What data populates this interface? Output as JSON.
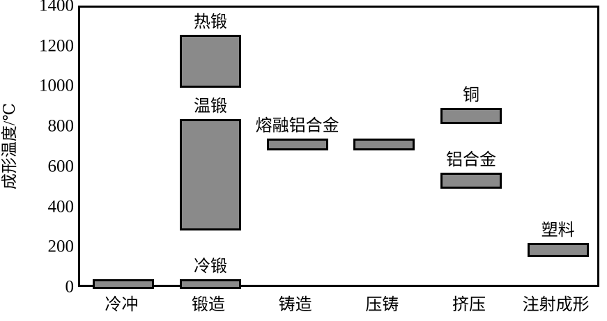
{
  "chart_data": {
    "type": "bar",
    "subtype": "floating-range-bar",
    "title": "",
    "xlabel": "",
    "ylabel": "成形温度/℃",
    "ylim": [
      0,
      1400
    ],
    "yticks": [
      0,
      200,
      400,
      600,
      800,
      1000,
      1200,
      1400
    ],
    "ytick_labels": [
      "0",
      "200",
      "400",
      "600",
      "800",
      "1000",
      "1200",
      "1400"
    ],
    "grid": false,
    "legend": "none",
    "bar_fill_color": "#8a8a8a",
    "bar_edge_color": "#000000",
    "axis_color": "#000000",
    "background_color": "#ffffff",
    "categories": [
      "冷冲",
      "锻造",
      "铸造",
      "压铸",
      "挤压",
      "注射成形"
    ],
    "bars": [
      {
        "category": "冷冲",
        "category_index": 0,
        "label": "",
        "low": 0,
        "high": 50
      },
      {
        "category": "锻造",
        "category_index": 1,
        "label": "冷锻",
        "low": 0,
        "high": 50
      },
      {
        "category": "锻造",
        "category_index": 1,
        "label": "温锻",
        "low": 290,
        "high": 845
      },
      {
        "category": "锻造",
        "category_index": 1,
        "label": "热锻",
        "low": 1000,
        "high": 1265
      },
      {
        "category": "铸造",
        "category_index": 2,
        "label": "熔融铝合金",
        "low": 690,
        "high": 750
      },
      {
        "category": "压铸",
        "category_index": 3,
        "label": "",
        "low": 690,
        "high": 750
      },
      {
        "category": "挤压",
        "category_index": 4,
        "label": "铝合金",
        "low": 500,
        "high": 580
      },
      {
        "category": "挤压",
        "category_index": 4,
        "label": "铜",
        "low": 820,
        "high": 900
      },
      {
        "category": "注射成形",
        "category_index": 5,
        "label": "塑料",
        "low": 160,
        "high": 230
      }
    ],
    "annotations": [
      {
        "text": "热锻",
        "for": "锻造 hot forging range"
      },
      {
        "text": "温锻",
        "for": "锻造 warm forging range"
      },
      {
        "text": "冷锻",
        "for": "锻造 cold forging range"
      },
      {
        "text": "熔融铝合金",
        "for": "铸造 / 压铸 molten aluminium alloy"
      },
      {
        "text": "铜",
        "for": "挤压 copper"
      },
      {
        "text": "铝合金",
        "for": "挤压 aluminium alloy"
      },
      {
        "text": "塑料",
        "for": "注射成形 plastic"
      }
    ]
  },
  "axes": {
    "y_title": "成形温度/℃",
    "y_ticks": [
      {
        "value": 1400,
        "label": "1400"
      },
      {
        "value": 1200,
        "label": "1200"
      },
      {
        "value": 1000,
        "label": "1000"
      },
      {
        "value": 800,
        "label": "800"
      },
      {
        "value": 600,
        "label": "600"
      },
      {
        "value": 400,
        "label": "400"
      },
      {
        "value": 200,
        "label": "200"
      },
      {
        "value": 0,
        "label": "0"
      }
    ],
    "x_ticks": [
      {
        "label": "冷冲"
      },
      {
        "label": "锻造"
      },
      {
        "label": "铸造"
      },
      {
        "label": "压铸"
      },
      {
        "label": "挤压"
      },
      {
        "label": "注射成形"
      }
    ]
  }
}
